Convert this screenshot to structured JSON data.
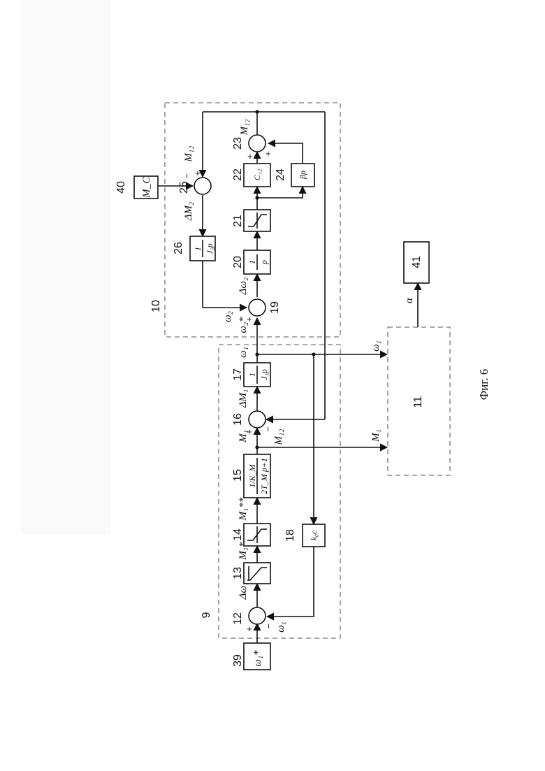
{
  "figure": {
    "caption": "Фиг. 6",
    "groups": [
      {
        "id": "9",
        "label": "9"
      },
      {
        "id": "10",
        "label": "10"
      },
      {
        "id": "11",
        "label": "11"
      }
    ],
    "blocks": [
      {
        "id": "39",
        "label": "39",
        "content": "ω₁*"
      },
      {
        "id": "12",
        "label": "12",
        "content": "Σ"
      },
      {
        "id": "13",
        "label": "13",
        "content": "limiter"
      },
      {
        "id": "14",
        "label": "14",
        "content": "nonlinearity"
      },
      {
        "id": "15",
        "label": "15",
        "content_top": "1/K_M",
        "content_bottom": "2T_M p+1"
      },
      {
        "id": "16",
        "label": "16",
        "content": "Σ"
      },
      {
        "id": "17",
        "label": "17",
        "content_top": "1",
        "content_bottom": "J₁p"
      },
      {
        "id": "18",
        "label": "18",
        "content": "k_oc"
      },
      {
        "id": "19",
        "label": "19",
        "content": "Σ"
      },
      {
        "id": "20",
        "label": "20",
        "content_top": "1",
        "content_bottom": "p"
      },
      {
        "id": "21",
        "label": "21",
        "content": "nonlinearity"
      },
      {
        "id": "22",
        "label": "22",
        "content": "C₁₂"
      },
      {
        "id": "23",
        "label": "23",
        "content": "Σ"
      },
      {
        "id": "24",
        "label": "24",
        "content": "βp"
      },
      {
        "id": "25",
        "label": "25",
        "content": "Σ"
      },
      {
        "id": "26",
        "label": "26",
        "content_top": "1",
        "content_bottom": "J₂p"
      },
      {
        "id": "40",
        "label": "40",
        "content": "M_C"
      },
      {
        "id": "41",
        "label": "41",
        "content": ""
      }
    ],
    "signals": {
      "w1": "ω₁",
      "w1_ref": "ω₁*",
      "dw1": "Δω₁",
      "m1_star": "M₁*",
      "m1_2star": "M₁**",
      "m1": "M₁",
      "dm1": "ΔM₁",
      "m12": "M₁₂",
      "w2": "ω₂",
      "w2_star": "ω₂*",
      "dw2": "Δω₂",
      "dm2": "ΔM₂",
      "alpha": "α"
    },
    "block_text": {
      "k_oc": "k₀c",
      "mc": "M_C",
      "c12": "C₁₂",
      "beta_p": "βp",
      "one": "1",
      "j1p": "J₁p",
      "j2p": "J₂p",
      "p": "p",
      "km_top": "1/K_M",
      "km_bottom": "2T_M p+1"
    },
    "signs": {
      "plus": "+",
      "minus": "−"
    }
  }
}
